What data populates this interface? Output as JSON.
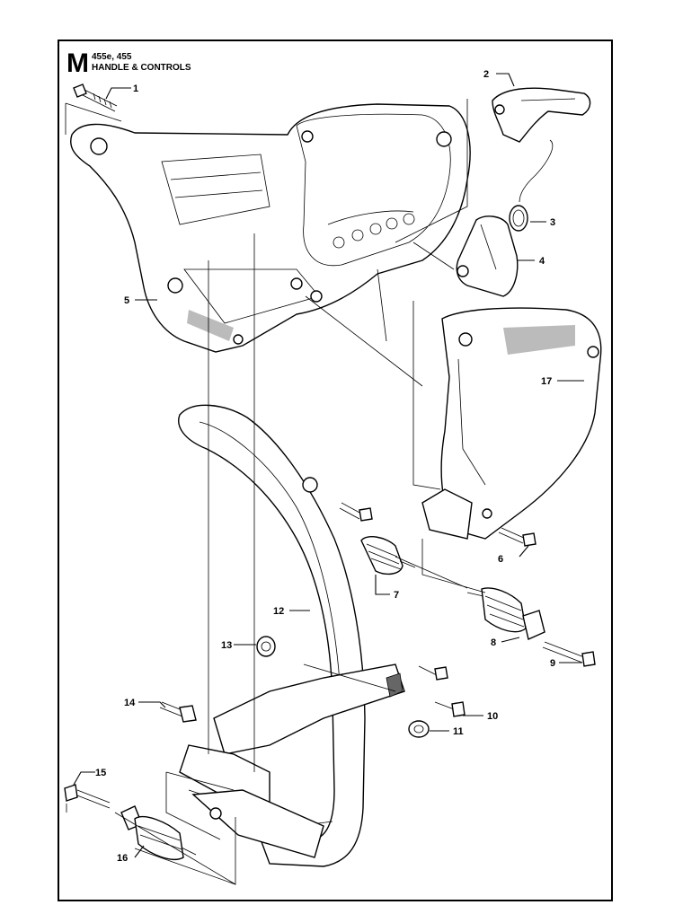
{
  "header": {
    "section_letter": "M",
    "model": "455e, 455",
    "title": "HANDLE & CONTROLS"
  },
  "callouts": [
    {
      "id": "c1",
      "label": "1"
    },
    {
      "id": "c2",
      "label": "2"
    },
    {
      "id": "c3",
      "label": "3"
    },
    {
      "id": "c4",
      "label": "4"
    },
    {
      "id": "c5",
      "label": "5"
    },
    {
      "id": "c6",
      "label": "6"
    },
    {
      "id": "c7",
      "label": "7"
    },
    {
      "id": "c8",
      "label": "8"
    },
    {
      "id": "c9",
      "label": "9"
    },
    {
      "id": "c10",
      "label": "10"
    },
    {
      "id": "c11",
      "label": "11"
    },
    {
      "id": "c12",
      "label": "12"
    },
    {
      "id": "c13",
      "label": "13"
    },
    {
      "id": "c14",
      "label": "14"
    },
    {
      "id": "c15",
      "label": "15"
    },
    {
      "id": "c16",
      "label": "16"
    },
    {
      "id": "c17",
      "label": "17"
    }
  ],
  "colors": {
    "line": "#000000",
    "background": "#ffffff",
    "shade": "#bbbbbb"
  }
}
